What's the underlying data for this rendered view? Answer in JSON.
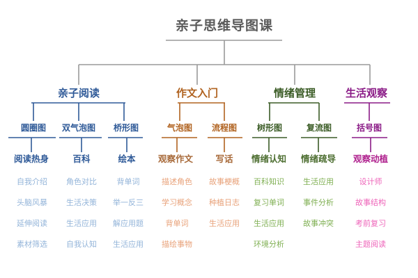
{
  "title": "亲子思维导图课",
  "colors": {
    "connector": "#9a9a9a",
    "blue": "#2f5a98",
    "orange": "#b0621f",
    "green": "#3b5c26",
    "purple": "#8a1a86"
  },
  "branches": [
    {
      "label": "亲子阅读",
      "subs": [
        {
          "label": "圆圈图",
          "topic": "阅读热身",
          "items": [
            "自我介绍",
            "头脑风暴",
            "延伸阅读",
            "素材筛选"
          ]
        },
        {
          "label": "双气泡图",
          "topic": "百科",
          "items": [
            "角色对比",
            "生活决策",
            "生活应用",
            "自我认知"
          ]
        },
        {
          "label": "桥形图",
          "topic": "绘本",
          "items": [
            "背单词",
            "举一反三",
            "解应用题",
            "生活应用"
          ]
        }
      ]
    },
    {
      "label": "作文入门",
      "subs": [
        {
          "label": "气泡图",
          "topic": "观察作文",
          "items": [
            "描述角色",
            "学习概念",
            "背单词",
            "描绘事物"
          ]
        },
        {
          "label": "流程图",
          "topic": "写话",
          "items": [
            "故事梗概",
            "种植日志",
            "生活应用"
          ]
        }
      ]
    },
    {
      "label": "情绪管理",
      "subs": [
        {
          "label": "树形图",
          "topic": "情绪认知",
          "items": [
            "百科知识",
            "复习单词",
            "生活应用",
            "环境分析"
          ]
        },
        {
          "label": "复流图",
          "topic": "情绪疏导",
          "items": [
            "生活应用",
            "事件分析",
            "故事冲突"
          ]
        }
      ]
    },
    {
      "label": "生活观察",
      "subs": [
        {
          "label": "括号图",
          "topic": "观察动植",
          "items": [
            "设计师",
            "故事结构",
            "考前复习",
            "主题阅读"
          ]
        }
      ]
    }
  ]
}
